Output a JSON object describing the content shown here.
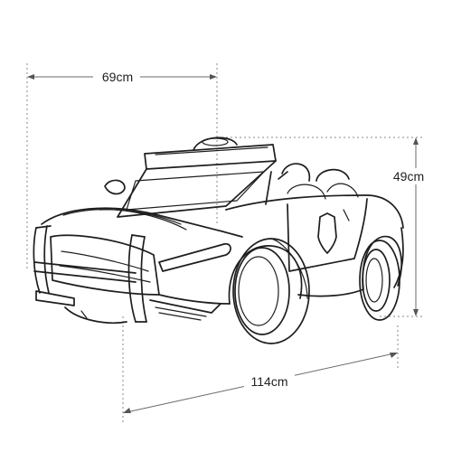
{
  "dimensions": {
    "width_label": "69cm",
    "height_label": "49cm",
    "length_label": "114cm"
  },
  "colors": {
    "line": "#1e1e1e",
    "dimension_line": "#6a6a6a",
    "background": "#ffffff"
  },
  "subject_icon": "police-ride-on-car-outline-icon"
}
